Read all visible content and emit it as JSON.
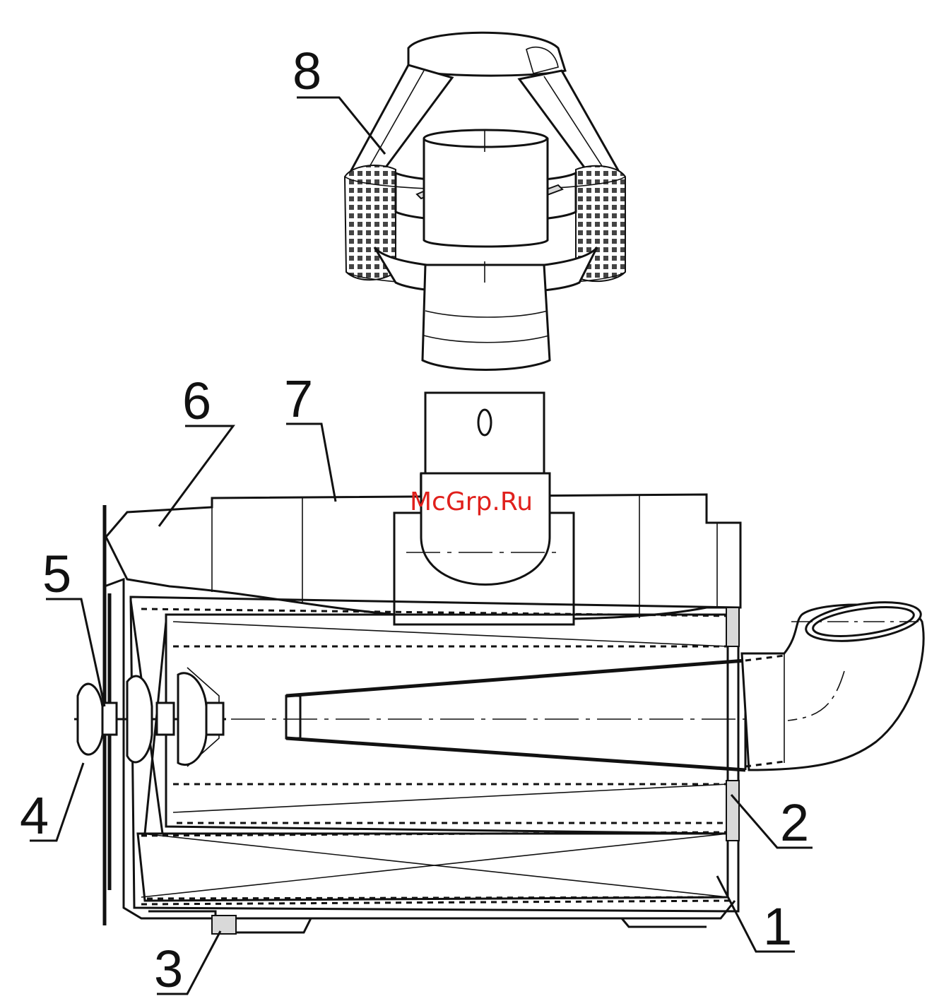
{
  "watermark": "McGrp.Ru",
  "callouts": [
    {
      "id": "1",
      "label": "1"
    },
    {
      "id": "2",
      "label": "2"
    },
    {
      "id": "3",
      "label": "3"
    },
    {
      "id": "4",
      "label": "4"
    },
    {
      "id": "5",
      "label": "5"
    },
    {
      "id": "6",
      "label": "6"
    },
    {
      "id": "7",
      "label": "7"
    },
    {
      "id": "8",
      "label": "8"
    }
  ]
}
